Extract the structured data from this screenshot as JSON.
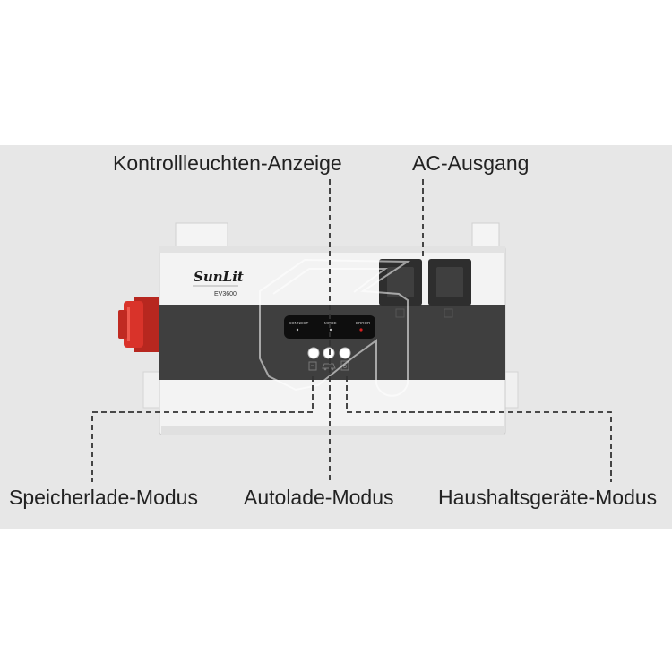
{
  "labels": {
    "indicator": "Kontrollleuchten-Anzeige",
    "ac_output": "AC-Ausgang",
    "storage_mode": "Speicherlade-Modus",
    "auto_mode": "Autolade-Modus",
    "household_mode": "Haushaltsgeräte-Modus"
  },
  "device": {
    "brand": "SunLit",
    "model": "EV3600",
    "status_labels": {
      "connect": "CONNECT",
      "mode": "MODE",
      "error": "ERROR"
    }
  },
  "colors": {
    "background_band": "#e7e7e7",
    "housing": "#f3f3f3",
    "panel_band": "#3f3f3f",
    "plug": "#d9332a",
    "error_led": "#d62020"
  }
}
